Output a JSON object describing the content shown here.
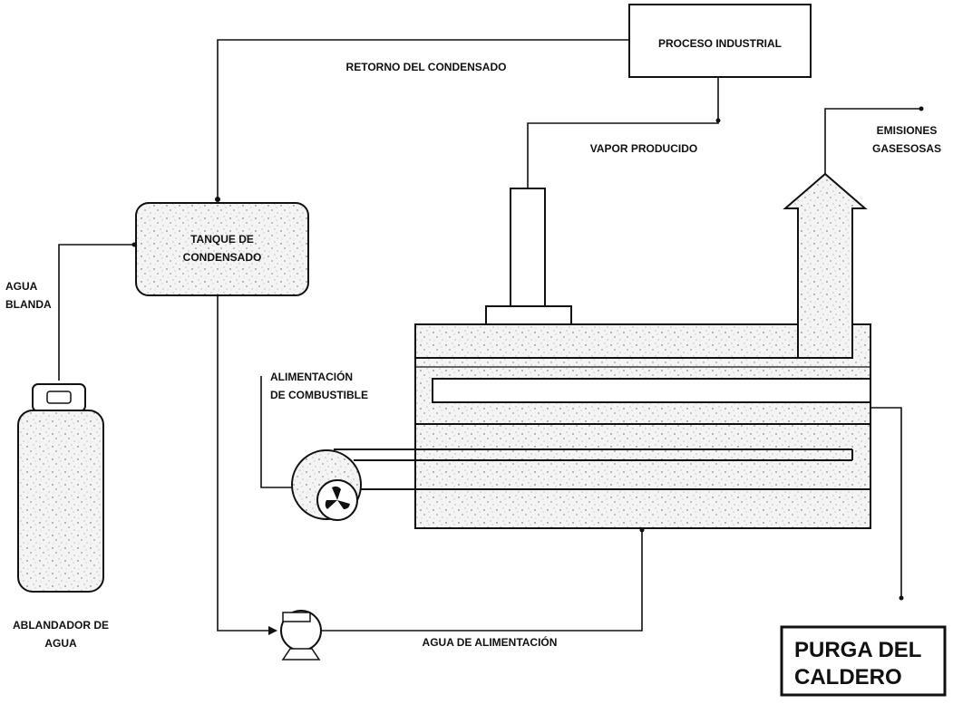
{
  "labels": {
    "proceso_industrial": "PROCESO INDUSTRIAL",
    "retorno_condensado": "RETORNO DEL CONDENSADO",
    "vapor_producido": "VAPOR PRODUCIDO",
    "emisiones_1": "EMISIONES",
    "emisiones_2": "GASESOSAS",
    "tanque_1": "TANQUE DE",
    "tanque_2": "CONDENSADO",
    "agua_blanda_1": "AGUA",
    "agua_blanda_2": "BLANDA",
    "alimentacion_comb_1": "ALIMENTACIÓN",
    "alimentacion_comb_2": "DE COMBUSTIBLE",
    "ablandador_1": "ABLANDADOR DE",
    "ablandador_2": "AGUA",
    "agua_alimentacion": "AGUA DE ALIMENTACIÓN",
    "purga_1": "PURGA DEL",
    "purga_2": "CALDERO"
  },
  "colors": {
    "stroke": "#111111",
    "fill_speckled": "#f2f2f2",
    "background": "#ffffff"
  }
}
